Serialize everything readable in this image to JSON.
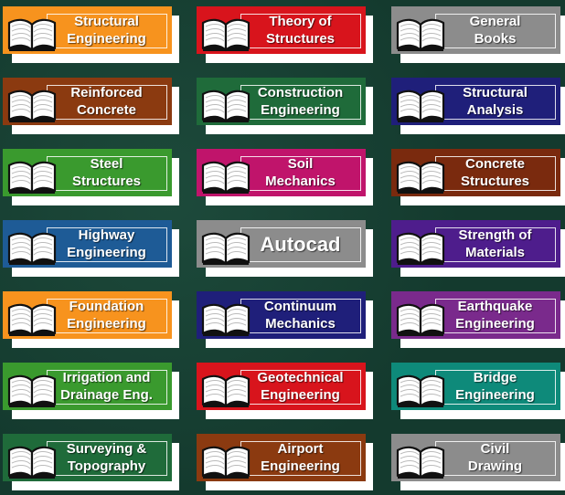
{
  "tiles": [
    {
      "label": "Structural\nEngineering",
      "color": "#f7931e",
      "icon": "open-book-icon"
    },
    {
      "label": "Theory of\nStructures",
      "color": "#d8141c",
      "icon": "open-book-icon"
    },
    {
      "label": "General\nBooks",
      "color": "#8c8c8c",
      "icon": "open-book-icon"
    },
    {
      "label": "Reinforced\nConcrete",
      "color": "#8b3a10",
      "icon": "open-book-icon"
    },
    {
      "label": "Construction\nEngineering",
      "color": "#1f6b3a",
      "icon": "open-book-icon"
    },
    {
      "label": "Structural\nAnalysis",
      "color": "#1f1f7a",
      "icon": "open-book-icon"
    },
    {
      "label": "Steel\nStructures",
      "color": "#3a9a2e",
      "icon": "open-book-icon"
    },
    {
      "label": "Soil\nMechanics",
      "color": "#c0146b",
      "icon": "open-book-icon"
    },
    {
      "label": "Concrete\nStructures",
      "color": "#7a2a0e",
      "icon": "open-book-icon"
    },
    {
      "label": "Highway\nEngineering",
      "color": "#1e5b96",
      "icon": "open-book-icon"
    },
    {
      "label": "Autocad",
      "color": "#8c8c8c",
      "icon": "open-book-icon",
      "big": true
    },
    {
      "label": "Strength of\nMaterials",
      "color": "#4e1d8c",
      "icon": "open-book-icon"
    },
    {
      "label": "Foundation\nEngineering",
      "color": "#f7931e",
      "icon": "open-book-icon"
    },
    {
      "label": "Continuum\nMechanics",
      "color": "#1f1f7a",
      "icon": "open-book-icon"
    },
    {
      "label": "Earthquake\nEngineering",
      "color": "#7a2a8c",
      "icon": "open-book-icon"
    },
    {
      "label": "Irrigation and\nDrainage Eng.",
      "color": "#3a9a2e",
      "icon": "open-book-icon"
    },
    {
      "label": "Geotechnical\nEngineering",
      "color": "#d8141c",
      "icon": "open-book-icon"
    },
    {
      "label": "Bridge\nEngineering",
      "color": "#0e8a7a",
      "icon": "open-book-icon"
    },
    {
      "label": "Surveying &\nTopography",
      "color": "#1f6b3a",
      "icon": "open-book-icon"
    },
    {
      "label": "Airport\nEngineering",
      "color": "#8b3a10",
      "icon": "open-book-icon"
    },
    {
      "label": "Civil\nDrawing",
      "color": "#8c8c8c",
      "icon": "open-book-icon"
    }
  ]
}
